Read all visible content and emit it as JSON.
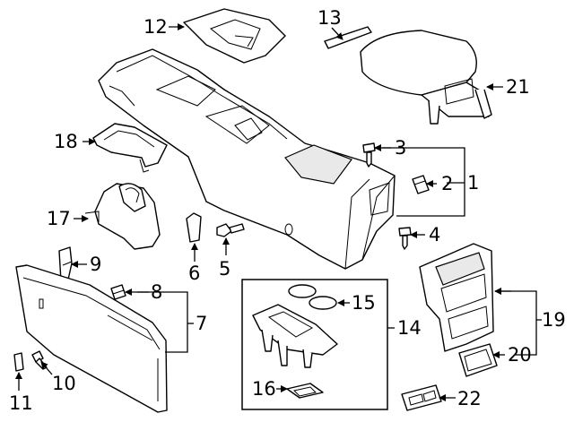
{
  "callouts": {
    "c1": "1",
    "c2": "2",
    "c3": "3",
    "c4": "4",
    "c5": "5",
    "c6": "6",
    "c7": "7",
    "c8": "8",
    "c9": "9",
    "c10": "10",
    "c11": "11",
    "c12": "12",
    "c13": "13",
    "c14": "14",
    "c15": "15",
    "c16": "16",
    "c17": "17",
    "c18": "18",
    "c19": "19",
    "c20": "20",
    "c21": "21",
    "c22": "22"
  },
  "style": {
    "line_color": "#000000",
    "background": "#ffffff"
  }
}
